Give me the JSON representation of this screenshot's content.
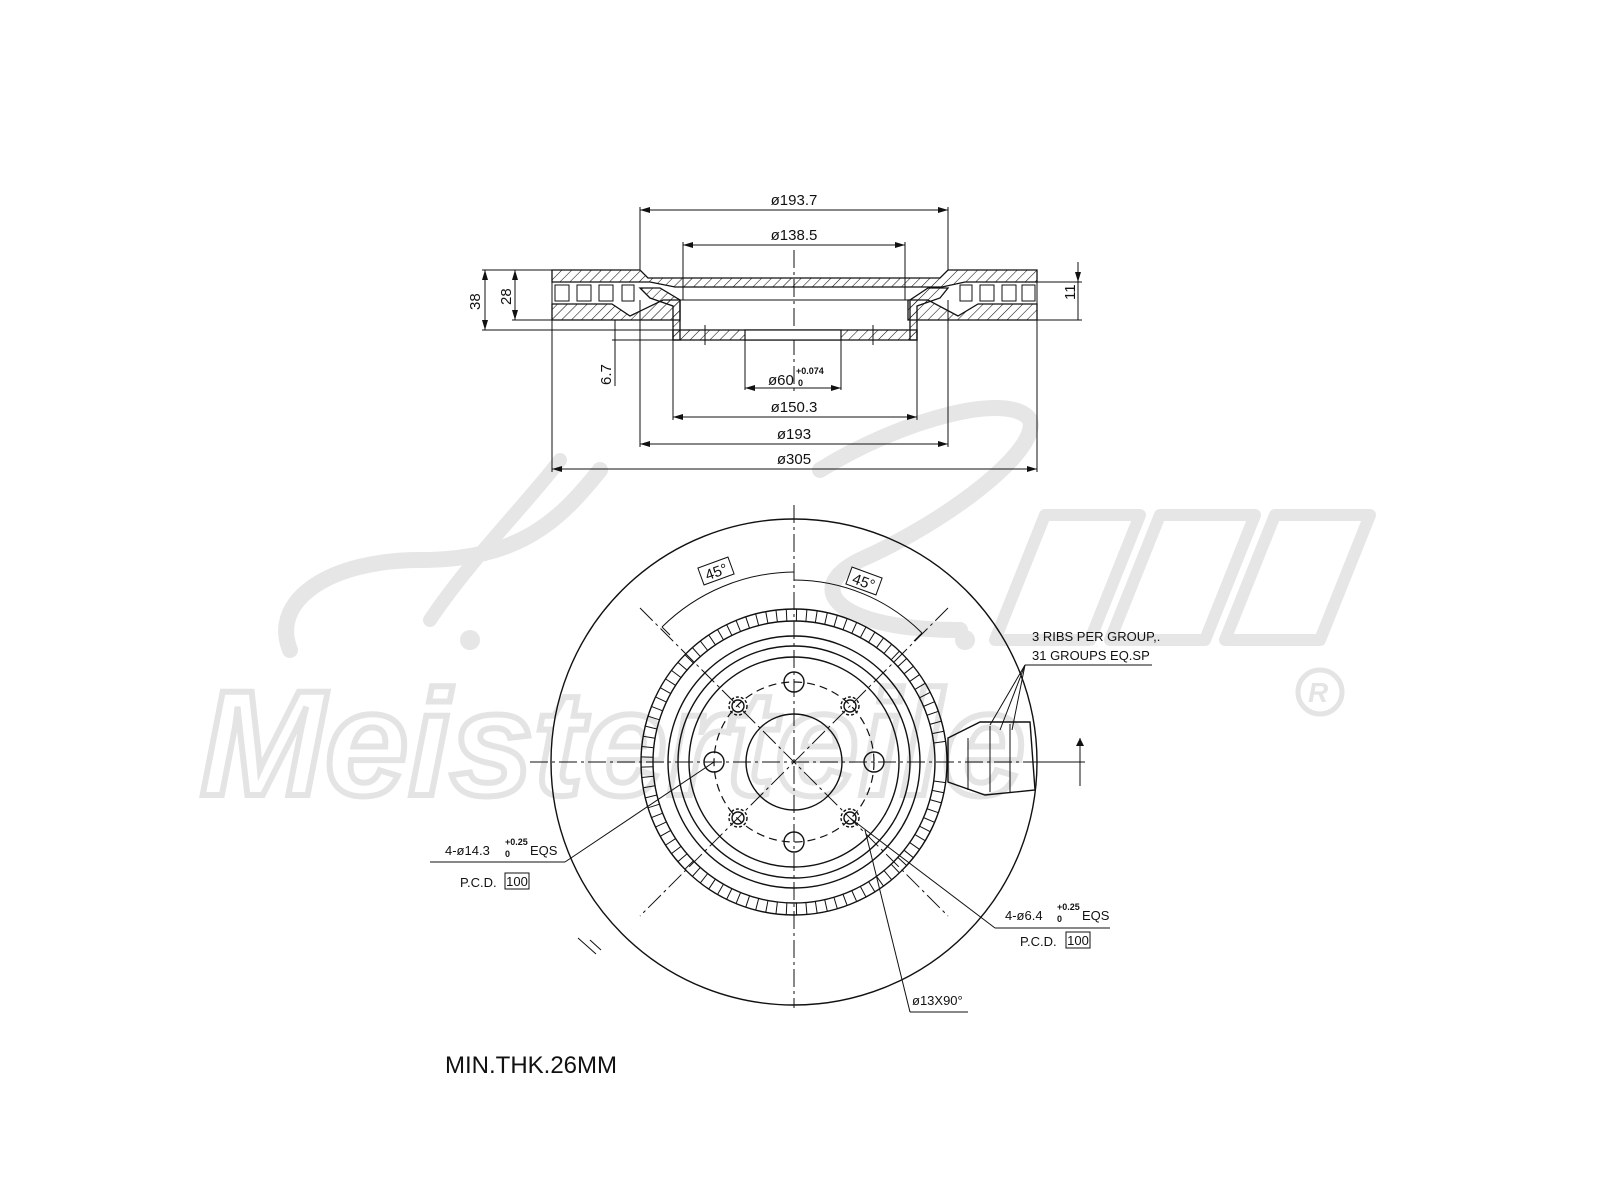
{
  "section_view": {
    "dims_top": [
      "ø193.7",
      "ø138.5"
    ],
    "dims_bottom": [
      "ø150.3",
      "ø193",
      "ø305"
    ],
    "hub_bore": {
      "base": "ø60",
      "upper_tol": "+0.074",
      "lower_tol": "0"
    },
    "dims_vertical": [
      "38",
      "28",
      "6.7",
      "11"
    ]
  },
  "front_view": {
    "angle_left": "45°",
    "angle_right": "45°",
    "ribs_note": [
      "3 RIBS PER GROUP,.",
      "31 GROUPS EQ.SP"
    ],
    "bolt_holes": {
      "prefix": "4-ø14.3",
      "upper_tol": "+0.25",
      "lower_tol": "0",
      "suffix": "EQS",
      "pcd_label": "P.C.D.",
      "pcd_value": "100"
    },
    "small_holes": {
      "prefix": "4-ø6.4",
      "upper_tol": "+0.25",
      "lower_tol": "0",
      "suffix": "EQS",
      "pcd_label": "P.C.D.",
      "pcd_value": "100"
    },
    "chamfer": "ø13X90°"
  },
  "min_thickness": "MIN.THK.26MM",
  "watermark": {
    "line1": "A.Z.",
    "line2": "Meisterteile",
    "mark": "R"
  }
}
